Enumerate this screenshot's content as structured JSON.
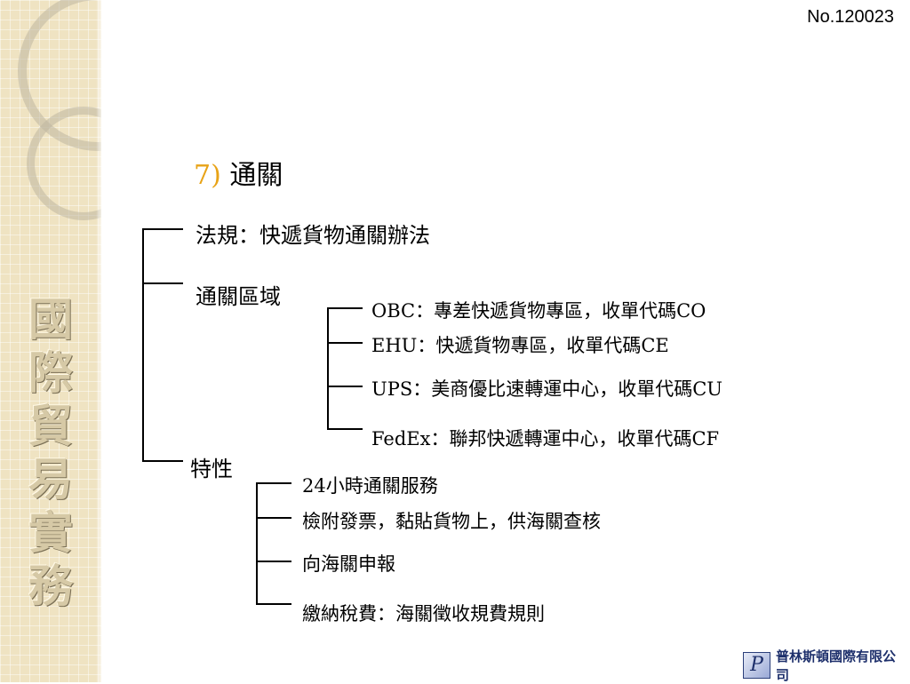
{
  "doc_number": "No.120023",
  "sidebar": {
    "title_chars": [
      "國",
      "際",
      "貿",
      "易",
      "實",
      "務"
    ]
  },
  "heading": {
    "number": "7)",
    "text": "通關"
  },
  "branches": {
    "regulation": "法規：快遞貨物通關辦法",
    "zone": {
      "label": "通關區域",
      "items": [
        "OBC：專差快遞貨物專區，收單代碼CO",
        "EHU：快遞貨物專區，收單代碼CE",
        "UPS：美商優比速轉運中心，收單代碼CU",
        "FedEx：聯邦快遞轉運中心，收單代碼CF"
      ]
    },
    "features": {
      "label": "特性",
      "items": [
        "24小時通關服務",
        "檢附發票，黏貼貨物上，供海關查核",
        "向海關申報",
        "繳納稅費：海關徵收規費規則"
      ]
    }
  },
  "footer": {
    "logo_letter": "P",
    "company": "普林斯頓國際有限公司"
  }
}
